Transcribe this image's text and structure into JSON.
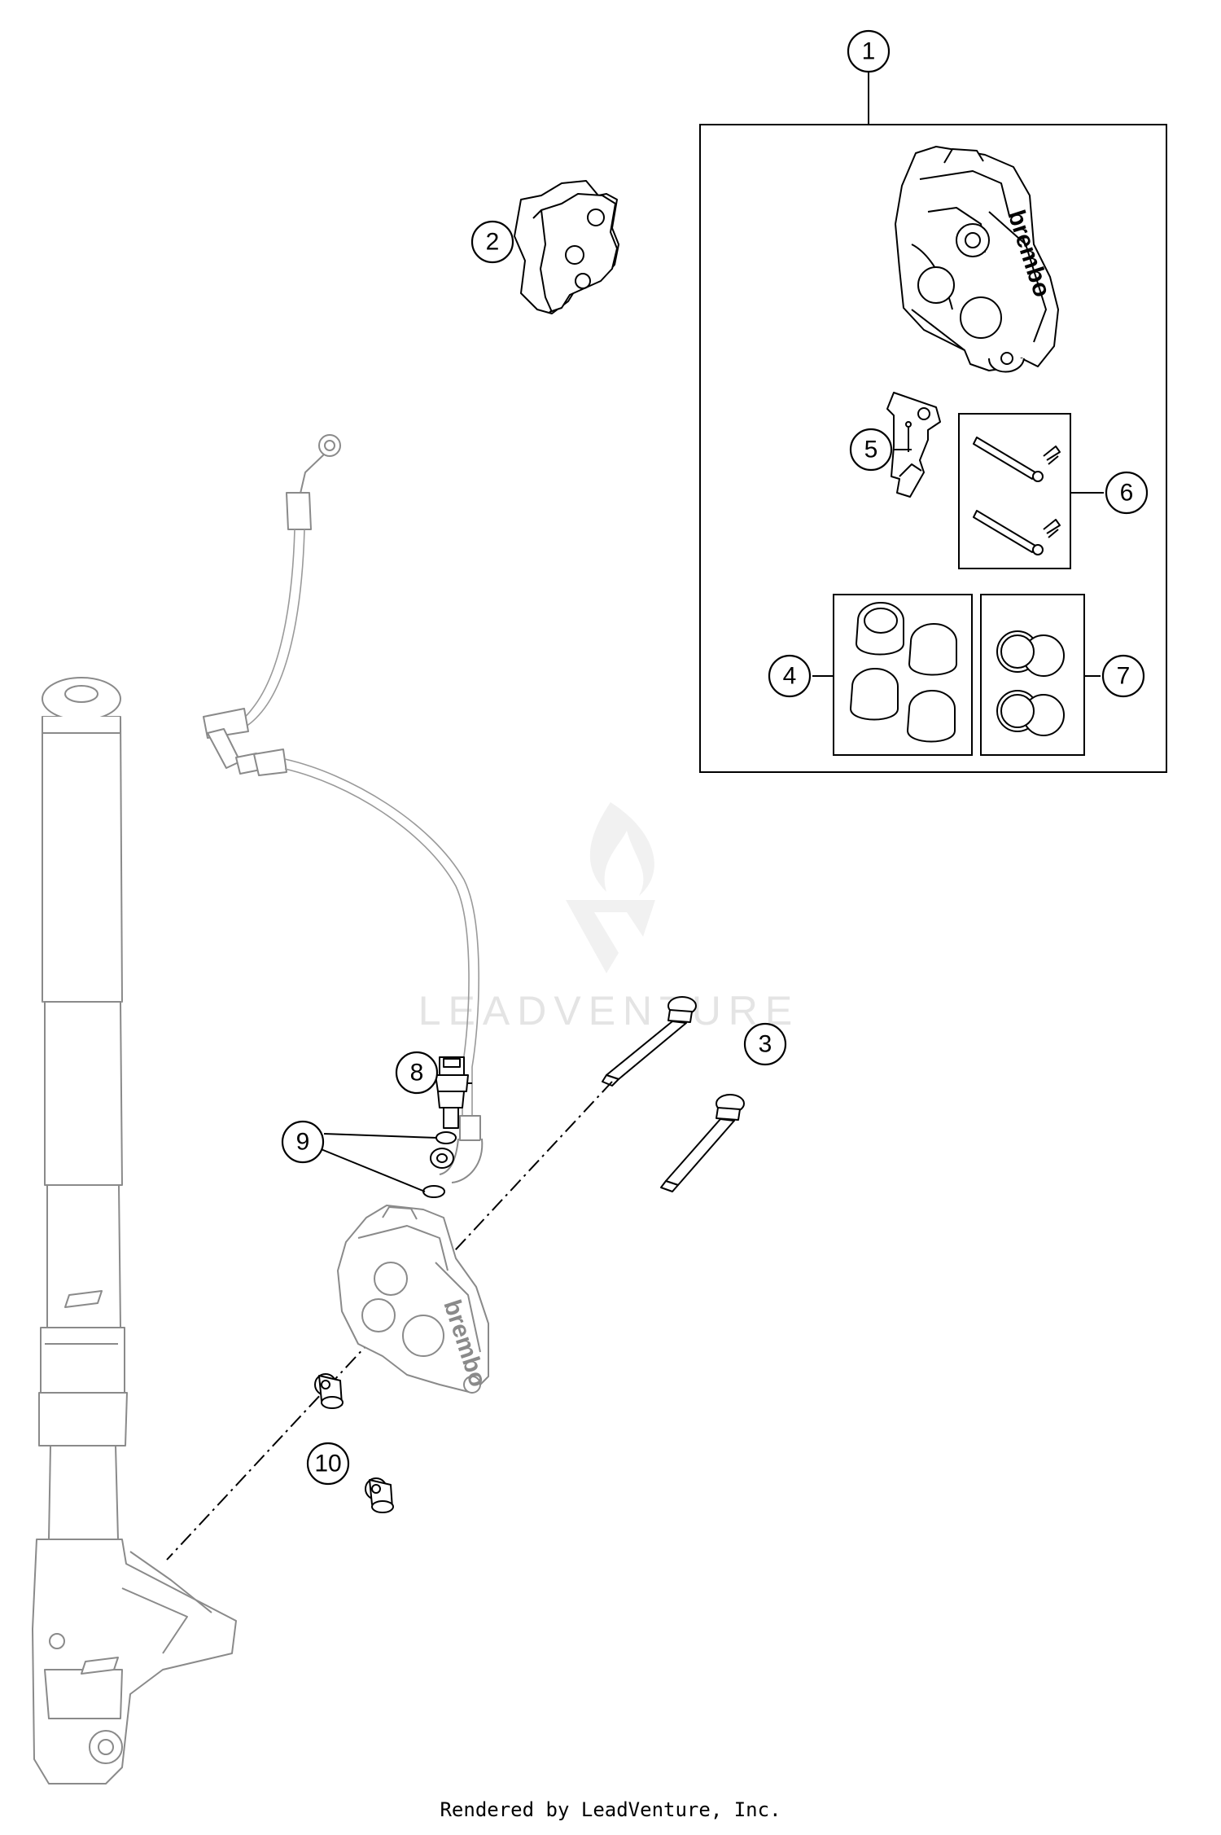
{
  "callouts": [
    {
      "id": "1",
      "label": "1"
    },
    {
      "id": "2",
      "label": "2"
    },
    {
      "id": "3",
      "label": "3"
    },
    {
      "id": "4",
      "label": "4"
    },
    {
      "id": "5",
      "label": "5"
    },
    {
      "id": "6",
      "label": "6"
    },
    {
      "id": "7",
      "label": "7"
    },
    {
      "id": "8",
      "label": "8"
    },
    {
      "id": "9",
      "label": "9"
    },
    {
      "id": "10",
      "label": "10"
    }
  ],
  "caliper_brand": "brembo",
  "watermark": {
    "text": "LEADVENTURE"
  },
  "footer": {
    "text": "Rendered by LeadVenture, Inc."
  },
  "colors": {
    "line": "#000000",
    "ghost_part": "#8a8a8a",
    "watermark": "#e4e4e4"
  }
}
